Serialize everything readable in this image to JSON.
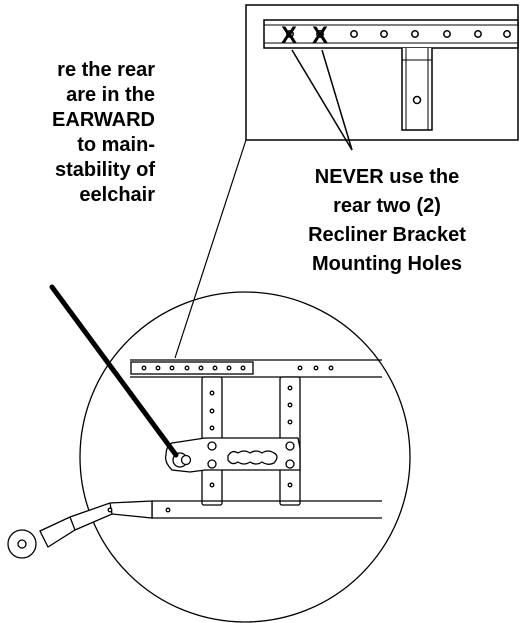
{
  "left_note_lines": [
    "re the rear",
    "are in the",
    "EARWARD",
    "to main-",
    "stability of",
    "eelchair"
  ],
  "right_note_lines": [
    "NEVER use the",
    "rear two (2)",
    "Recliner Bracket",
    "Mounting Holes"
  ],
  "hole_mark": "X"
}
